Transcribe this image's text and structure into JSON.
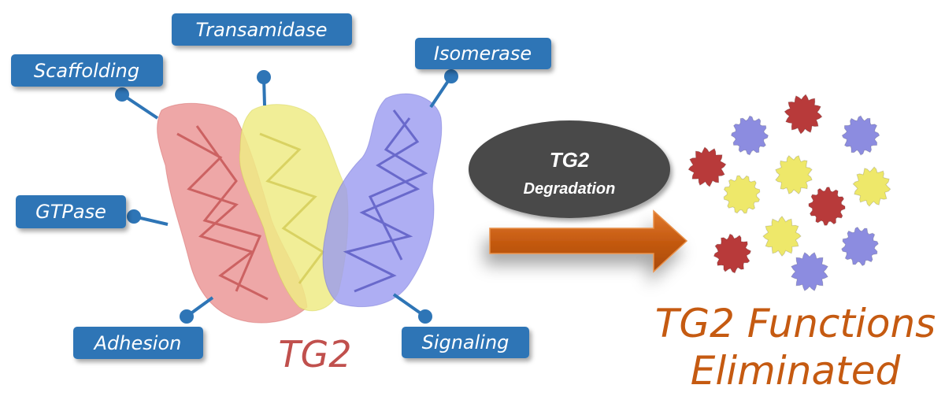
{
  "protein": {
    "name": "TG2",
    "functions": [
      "Transamidase",
      "Scaffolding",
      "Isomerase",
      "GTPase",
      "Adhesion",
      "Signaling"
    ]
  },
  "process": {
    "title": "TG2",
    "subtitle": "Degradation"
  },
  "result": {
    "line1": "TG2 Functions",
    "line2": "Eliminated"
  },
  "colors": {
    "label_box": "#2e75b6",
    "arrow": "#c55a11",
    "ellipse": "#4a4a4a",
    "tg2_text": "#c0504d",
    "red_domain": "#b03a3a",
    "yellow_domain": "#e6e06a",
    "blue_domain": "#7070d0"
  }
}
